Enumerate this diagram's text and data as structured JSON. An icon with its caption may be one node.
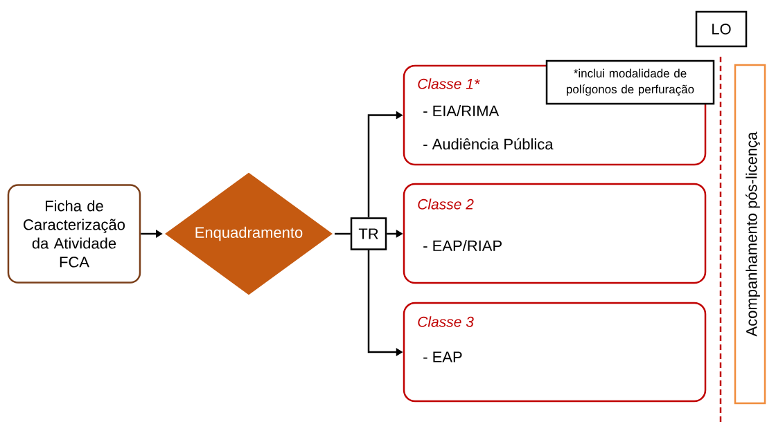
{
  "diagram": {
    "nodes": [
      {
        "text": [
          "Ficha de Caracterização da Atividade FCA"
        ]
      },
      {
        "text": [
          "Enquadramento"
        ]
      },
      {
        "text": [
          "TR"
        ]
      },
      {
        "text": [
          "Classe 1*",
          "- EIA/RIMA",
          "- Audiência Pública"
        ]
      },
      {
        "text": [
          "*inclui modalidade de polígonos de perfuração"
        ]
      },
      {
        "text": [
          "Classe 2",
          "- EAP/RIAP"
        ]
      },
      {
        "text": [
          "Classe 3",
          "- EAP"
        ]
      },
      {
        "text": [
          "LO"
        ]
      },
      {
        "text": [
          "Acompanhamento pós-licença"
        ]
      }
    ],
    "edges": [
      {
        "from": 0,
        "to": 1,
        "arrow": "to"
      },
      {
        "from": 1,
        "to": 2,
        "arrow": "none"
      },
      {
        "from": 2,
        "to": 3,
        "arrow": "to"
      },
      {
        "from": 2,
        "to": 5,
        "arrow": "to"
      },
      {
        "from": 2,
        "to": 6,
        "arrow": "to"
      }
    ]
  }
}
